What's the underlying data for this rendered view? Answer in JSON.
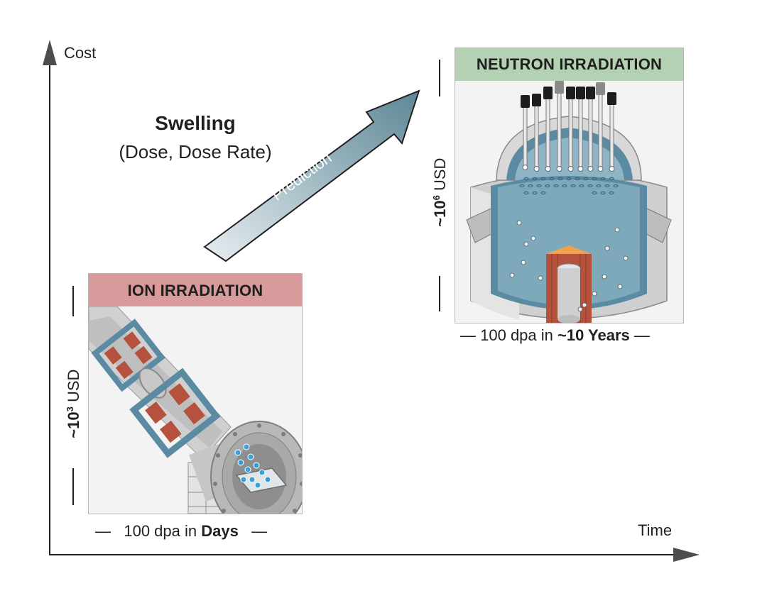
{
  "axes": {
    "y_label": "Cost",
    "x_label": "Time"
  },
  "property": {
    "title": "Swelling",
    "subtitle": "(Dose, Dose Rate)"
  },
  "arrow": {
    "label": "Prediction"
  },
  "ion": {
    "header": "ION IRRADIATION",
    "header_color": "#d99a9c",
    "cost_prefix": "~10",
    "cost_exp": "3",
    "cost_unit": " USD",
    "caption_prefix": "100 dpa in ",
    "caption_emph": "Days"
  },
  "neutron": {
    "header": "NEUTRON IRRADIATION",
    "header_color": "#b5d1b3",
    "cost_prefix": "~10",
    "cost_exp": "6",
    "cost_unit": " USD",
    "caption_prefix": "100 dpa in ",
    "caption_emph": "~10 Years"
  },
  "colors": {
    "steel_blue": "#5b8ba3",
    "copper": "#b5523e",
    "arrow_fill_dark": "#5d8796",
    "arrow_fill_light": "#e7eef1"
  }
}
